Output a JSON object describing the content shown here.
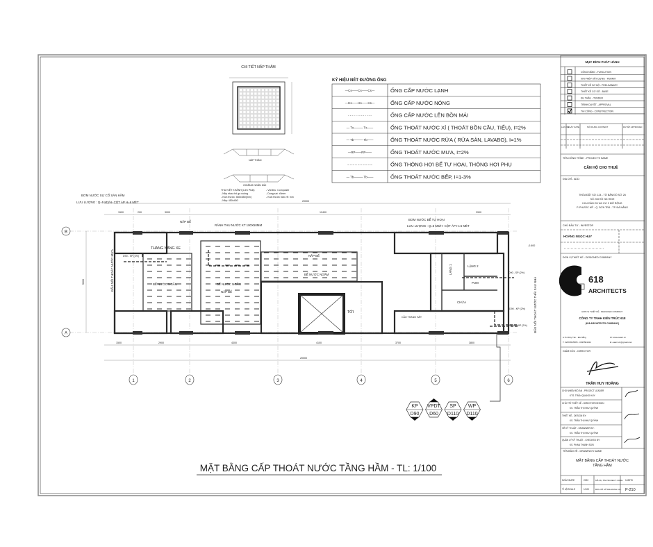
{
  "drawing": {
    "title": "MẶT BẰNG CẤP THOÁT NƯỚC TẦNG HẦM - TL: 1/100"
  },
  "detail": {
    "title": "CHI TIẾT NẮP THĂM",
    "section1": "NẮP THĂM",
    "section2": "GIOĂNG NGĂN MÙI",
    "notes_left": [
      "THU KIỆT KHÁNH (Liên Phát)",
      "- Nắp nhựa hố ga vuông",
      "- Kích thước: 650x650(mm)",
      "- Nắp: 450x450"
    ],
    "notes_right": [
      "- Vật liệu: Composite",
      "- Dung sai: ±5mm",
      "- Kích thước bản vẽ: mm"
    ]
  },
  "legend": {
    "title": "KÝ HIỆU NÉT ĐƯỜNG ỐNG",
    "rows": [
      {
        "symbol": "—Cs——Cs——Cs—",
        "label": "ỐNG CẤP NƯỚC LẠNH"
      },
      {
        "symbol": "—Hs——Hs——Hs—",
        "label": "ỐNG CẤP NƯỚC NÓNG"
      },
      {
        "symbol": "- - - - - - - - - - - - -",
        "label": "ỐNG CẤP NƯỚC LÊN BỒN MÁI"
      },
      {
        "symbol": "— Tx——— Tx——",
        "label": "ỐNG THOÁT NƯỚC XÍ ( THOÁT BỒN CẦU, TIỂU), I=2%"
      },
      {
        "symbol": "— Tb——— Tb——",
        "label": "ỐNG THOÁT NƯỚC RỬA ( RỬA SÀN, LAVABO), I=1%"
      },
      {
        "symbol": "—RP——RP——",
        "label": "ỐNG THOÁT NƯỚC MƯA, I=2%"
      },
      {
        "symbol": "– – – – – – – – – –",
        "label": "ỐNG THÔNG HƠI BỂ TỰ HOẠI, THÔNG HƠI PHỤ"
      },
      {
        "symbol": "— Tb——— Tb——",
        "label": "ỐNG THOÁT NƯỚC BẾP, I=1-3%"
      }
    ]
  },
  "plan": {
    "pump1": "BƠM NƯỚC SỰ CỐ SÀN HẦM",
    "pump1_flow": "LƯU LƯỢNG : Q=5 M3/H- CỘT ÁP H=6 MÉT",
    "pump2": "BƠM NƯỚC BỂ TỰ HOẠI",
    "pump2_flow": "LƯU LƯỢNG : Q=5 M3/H- CỘT ÁP H=6 MÉT",
    "tank_lid": "NẮP BỂ",
    "gutter": "RÃNH THU NƯỚC KT 100X50MM",
    "car_lift": "THANG NÂNG XE",
    "tank1": "BỂ NƯỚC NGẦM",
    "tank2": "BỂ NƯỚC NGẦM",
    "tank2_lid": "NẮP BỂ",
    "tank3": "BỂ NƯỚC NGẦM",
    "tank3_lid": "NẮP BỂ",
    "toilet": "TỚI",
    "stair": "CẦU THANG SẮT",
    "room1": "LẶNG 1",
    "room2": "LẶNG 2",
    "pump_room": "PUM",
    "storage": "CHỨA",
    "rain_outlet": "ĐẤU NỐI THOÁT NƯỚC MƯA",
    "waste_outlet": "ĐẤU NỐI THOÁT NƯỚC THẢI SAU NHÀ",
    "pipe_sp": "D90 - SP (2%)",
    "pipe_kp": "D90 - KP (2%)",
    "pipe_wp": "D110 - WP (2%)",
    "pipe_left": "D90 - SP (2%)",
    "level": "-0.600",
    "top_dims": [
      "1500",
      "200",
      "3000",
      "12400",
      "2900"
    ],
    "total_dim": "20000",
    "bottom_dims": [
      "1500",
      "2900",
      "4300",
      "4100",
      "3700",
      "3800"
    ],
    "side_dim": "5000",
    "grid_rows": [
      "B",
      "A"
    ],
    "grid_cols": [
      "1",
      "2",
      "3",
      "4",
      "5",
      "6"
    ],
    "tags": [
      {
        "top": "KP",
        "bottom": "D90"
      },
      {
        "top": "VPDT",
        "bottom": "D60"
      },
      {
        "top": "SP",
        "bottom": "D110"
      },
      {
        "top": "WP",
        "bottom": "D110"
      }
    ]
  },
  "titleblock": {
    "purpose_title": "MỤC ĐÍCH PHÁT HÀNH",
    "purposes": [
      {
        "label": "CÔNG NĂNG - FUNCUTION",
        "checked": false
      },
      {
        "label": "XIN PHÉP XÂY DỰNG - PERMIT",
        "checked": false
      },
      {
        "label": "THIẾT KẾ SƠ BỘ - PRELIMINARY",
        "checked": false
      },
      {
        "label": "THIẾT KẾ CƠ SỞ - BASE",
        "checked": false
      },
      {
        "label": "ĐU THẦU - TENDER",
        "checked": false
      },
      {
        "label": "TRÌNH DUYỆT - APPROVAL",
        "checked": false
      },
      {
        "label": "THI CÔNG - CONSTRUCTION",
        "checked": true
      }
    ],
    "rev_headers": [
      "LẦN NO",
      "NGÀY DATE",
      "NỘI DUNG CONTENT",
      "DUYỆT APPROVED"
    ],
    "project_label": "TÊN CÔNG TRÌNH - PROJECT'S NAME",
    "project_name": "CĂN HỘ CHO THUÊ",
    "address_label": "ĐỊA CHỈ - ADD:",
    "address_lines": [
      "THỬA ĐẤT SỐ: 124 - TỜ BẢN ĐỒ SỐ: 26",
      "SỐ 233 HỒ NG HINH",
      "KHU DÂN CƯ AN CƯ 2 MỞ RỘNG",
      "P. PHƯỚC MỸ - Q. SƠN TRÀ - TP. ĐÀ NẴNG"
    ],
    "investor_label": "CHỦ ĐẦU TƯ - INVESTOR",
    "investor_name": "HOÀNG NGỌC HUY",
    "designer_label": "ĐƠN VỊ THIẾT KẾ - DESIGNED COMPANY",
    "logo_number": "618",
    "logo_word": "ARCHITECTS",
    "designer_label2": "ĐƠN VỊ THIẾT KẾ - DESIGNED COMPANY",
    "company_name": "CÔNG TY TNHH KIẾN TRÚC 618",
    "company_name_en": "(618 ARCHITECTS COMPANY)",
    "contact": [
      "A: 84 Duy Tân - Đà Nẵng",
      "W: www.oaarc.vn",
      "T: 02365545585 - 0935584222",
      "E: oaarc.vn@gmail.com"
    ],
    "director_label": "GIÁM ĐỐC - DIRECTOR",
    "director_name": "TRẦN HUY HOÀNG",
    "roles": [
      {
        "label": "CHỦ NHIỆM ĐỒ ÁN - PROJECT LEADER",
        "name": "KTS. TRẦN QUANG HUY"
      },
      {
        "label": "CHỦ TRÌ THIẾT KẾ - DIRECTOR DESIGN",
        "name": "KS. TRẦN THỊ NHƯ QUỲNH"
      },
      {
        "label": "THIẾT KẾ - DESIGN BY:",
        "name": "KS. TRẦN THỊ NHƯ QUỲNH"
      },
      {
        "label": "VẼ KỸ THUẬT - DRAWWER BY:",
        "name": "KS. TRẦN THỊ NHƯ QUỲNH"
      },
      {
        "label": "QUẢN LÝ KỸ THUẬT - CHECKED BY:",
        "name": "KS. PHAN THANH SƠN"
      }
    ],
    "drawing_name_label": "TÊN BẢN VẼ - DRAWING'S NAME",
    "drawing_name_1": "MẶT BẰNG CẤP THOÁT NƯỚC",
    "drawing_name_2": "TẦNG HẦM",
    "date_label": "NGÀY/DATE",
    "date": "2020",
    "code_label": "MÃ DỰ ÁN PROJECT CODE",
    "code": "1439TK",
    "scale_label": "TỈ LỆ/SCALE",
    "scale": "1/100",
    "drawing_no_label": "BẢN VẼ SỐ DRAWING NO.",
    "drawing_no": "P-210"
  }
}
